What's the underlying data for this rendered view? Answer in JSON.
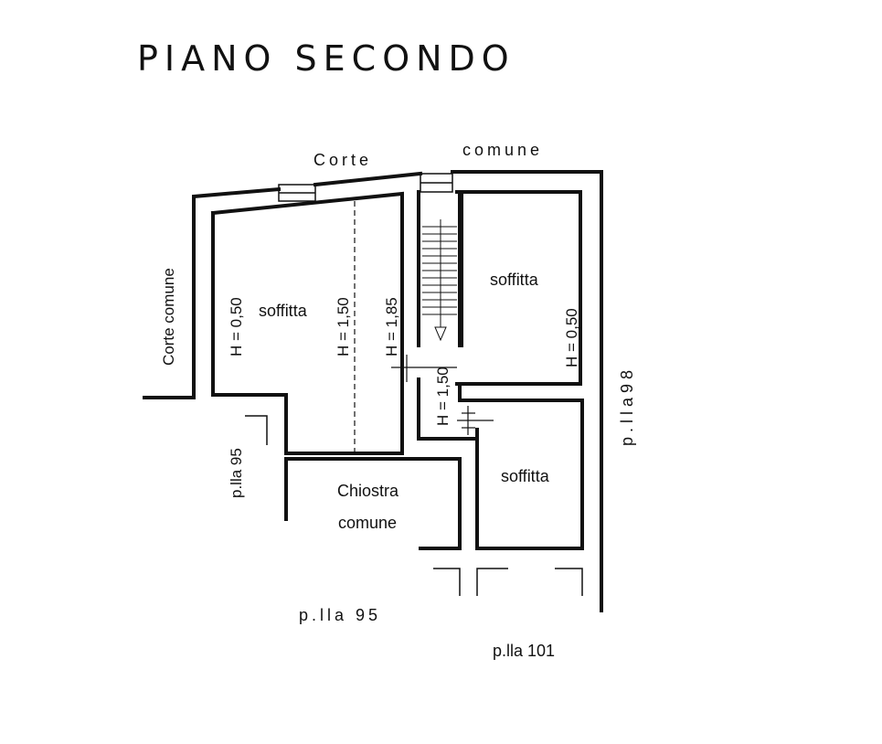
{
  "title": "PIANO   SECONDO",
  "labels": {
    "corte": "Corte",
    "comune_top": "comune",
    "corte_comune_side": "Corte comune",
    "soffitta_left": "soffitta",
    "soffitta_right_top": "soffitta",
    "soffitta_right_bottom": "soffitta",
    "h050_left": "H = 0,50",
    "h150_center": "H = 1,50",
    "h185": "H = 1,85",
    "h150_stair": "H = 1,50",
    "h050_right": "H = 0,50",
    "chiostra_line1": "Chiostra",
    "chiostra_line2": "comune",
    "plla95_side": "p.lla 95",
    "plla95_bottom": "p.lla  95",
    "plla101": "p.lla 101",
    "plla98": "p . l l a   9 8"
  }
}
